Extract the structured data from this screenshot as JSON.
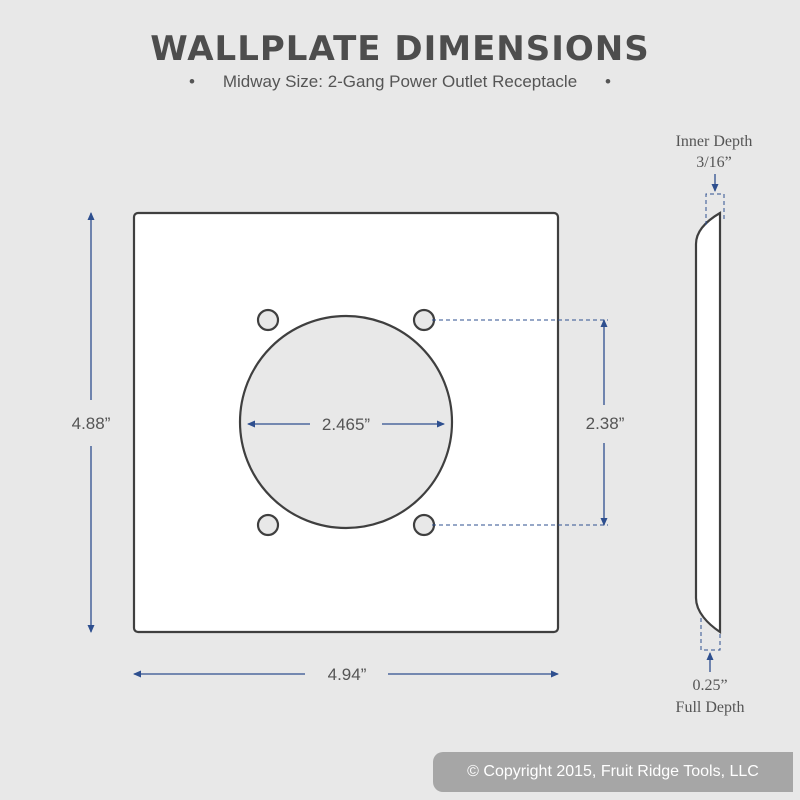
{
  "title": "WALLPLATE DIMENSIONS",
  "subtitle": "Midway Size: 2-Gang Power Outlet Receptacle",
  "subtitle_bullet": "•",
  "dimensions": {
    "height": "4.88”",
    "width": "4.94”",
    "circle_diameter": "2.465”",
    "screw_spacing": "2.38”"
  },
  "side_view": {
    "inner_depth_label": "Inner Depth",
    "inner_depth_value": "3/16”",
    "full_depth_value": "0.25”",
    "full_depth_label": "Full Depth"
  },
  "copyright": "© Copyright 2015, Fruit Ridge Tools, LLC",
  "colors": {
    "background": "#e8e8e8",
    "plate": "#ffffff",
    "outline": "#3f3f3f",
    "dimension_line": "#2e4f8f",
    "copyright_bar": "#a6a6a6"
  }
}
